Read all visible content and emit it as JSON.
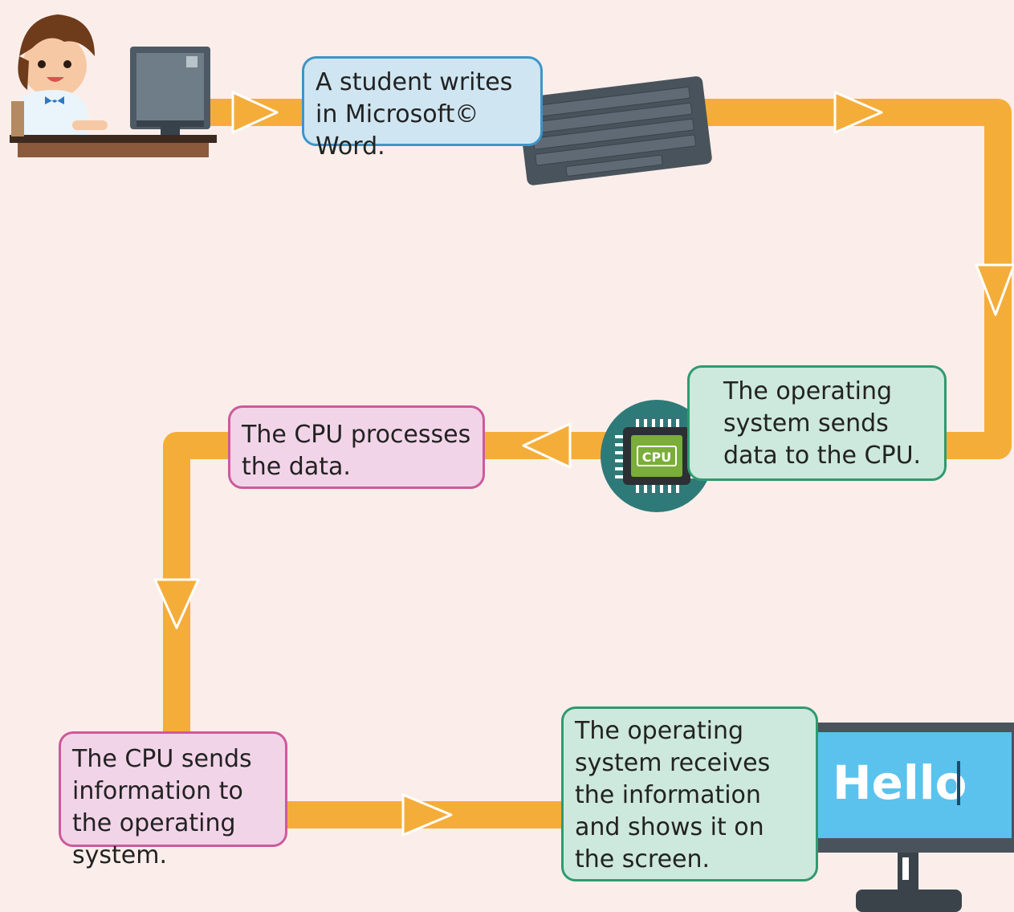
{
  "steps": [
    {
      "id": "step1",
      "text": "A student writes in Microsoft© Word."
    },
    {
      "id": "step2",
      "text": "The operating system sends data to the CPU."
    },
    {
      "id": "step3",
      "text": "The CPU processes the data."
    },
    {
      "id": "step4",
      "text": "The CPU sends information to the operating system."
    },
    {
      "id": "step5",
      "text": "The operating system receives the information and shows it on the screen."
    }
  ],
  "cpu_chip_label": "CPU",
  "monitor_text": "Hello",
  "colors": {
    "background": "#fbeeea",
    "flow_arrow": "#f5ad3a",
    "box_blue": "#cfe6f2",
    "box_green": "#cde8dd",
    "box_pink": "#f2d4e8"
  }
}
